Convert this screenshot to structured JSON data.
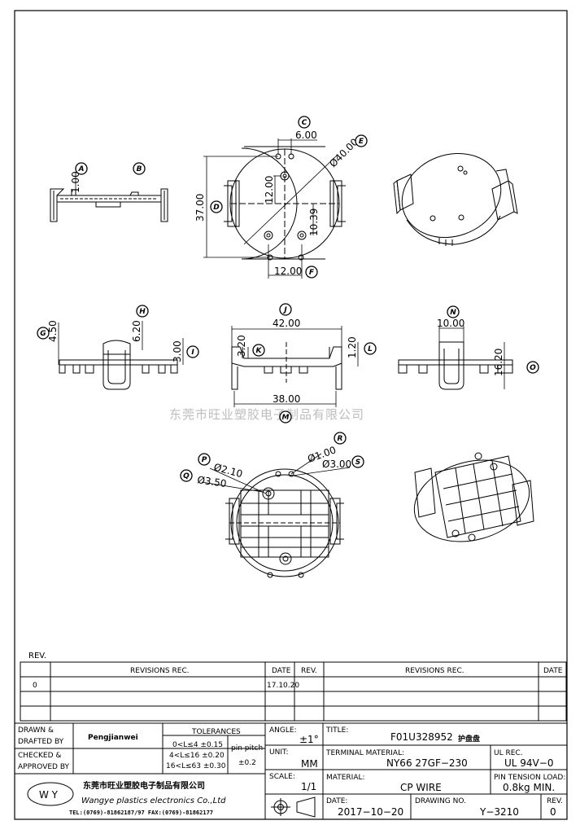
{
  "watermark": "东莞市旺业塑胶电子制品有限公司",
  "callouts": {
    "A": "A",
    "B": "B",
    "C": "C",
    "D": "D",
    "E": "E",
    "F": "F",
    "G": "G",
    "H": "H",
    "I": "I",
    "J": "J",
    "K": "K",
    "L": "L",
    "M": "M",
    "N": "N",
    "O": "O",
    "P": "P",
    "Q": "Q",
    "R": "R",
    "S": "S"
  },
  "dims": {
    "a": "1.00",
    "c": "6.00",
    "d": "37.00",
    "e": "Ø40.00",
    "c2": "12.00",
    "h2": "10.39",
    "f": "12.00",
    "g": "4.50",
    "h": "6.20",
    "i": "3.00",
    "j": "42.00",
    "k": "3.20",
    "l": "1.20",
    "m": "38.00",
    "n": "10.00",
    "o": "16.20",
    "p": "Ø2.10",
    "q": "Ø3.50",
    "r": "Ø1.00",
    "s": "Ø3.00"
  },
  "revisions": {
    "title": "REV.",
    "head_rev": "REV.",
    "head_rec": "REVISIONS  REC.",
    "head_date": "DATE",
    "head_rev2": "REV.",
    "head_rec2": "REVISIONS  REC.",
    "head_date2": "DATE",
    "rows": [
      {
        "rev": "0",
        "rec": "",
        "date": "17.10.20"
      }
    ]
  },
  "title_block": {
    "drawn_label1": "DRAWN &",
    "drawn_label2": "DRAFTED BY",
    "drawn_name": "Pengjianwei",
    "checked_label1": "CHECKED &",
    "checked_label2": "APPROVED BY",
    "tol_title": "TOLERANCES",
    "tol1": "0<L≤4   ±0.15",
    "tol2": "4<L≤16  ±0.20",
    "tol3": "16<L≤63 ±0.30",
    "pin_pitch": "pin pitch",
    "pin_tol": "±0.2",
    "angle_label": "ANGLE:",
    "angle_val": "±1°",
    "unit_label": "UNIT:",
    "unit_val": "MM",
    "scale_label": "SCALE:",
    "scale_val": "1/1",
    "title_label": "TITLE:",
    "title_val": "F01U328952",
    "title_cn": "护盘盘",
    "term_label": "TERMINAL MATERIAL:",
    "term_val": "NY66  27GF−230",
    "ul_label": "UL REC.",
    "ul_val": "UL 94V−0",
    "mat_label": "MATERIAL:",
    "mat_val": "CP  WIRE",
    "pin_label": "PIN TENSION LOAD:",
    "pin_val": "0.8kg  MIN.",
    "date_label": "DATE:",
    "date_val": "2017−10−20",
    "dwg_label": "DRAWING NO.",
    "dwg_val": "Y−3210",
    "rev_label": "REV.",
    "rev_val": "0",
    "logo": "W  Y",
    "company_cn": "东莞市旺业塑胶电子制品有限公司",
    "company_en": "Wangye plastics electronics Co.,Ltd",
    "tel": "TEL:(0769)-81862187/97  FAX:(0769)-81862177"
  }
}
